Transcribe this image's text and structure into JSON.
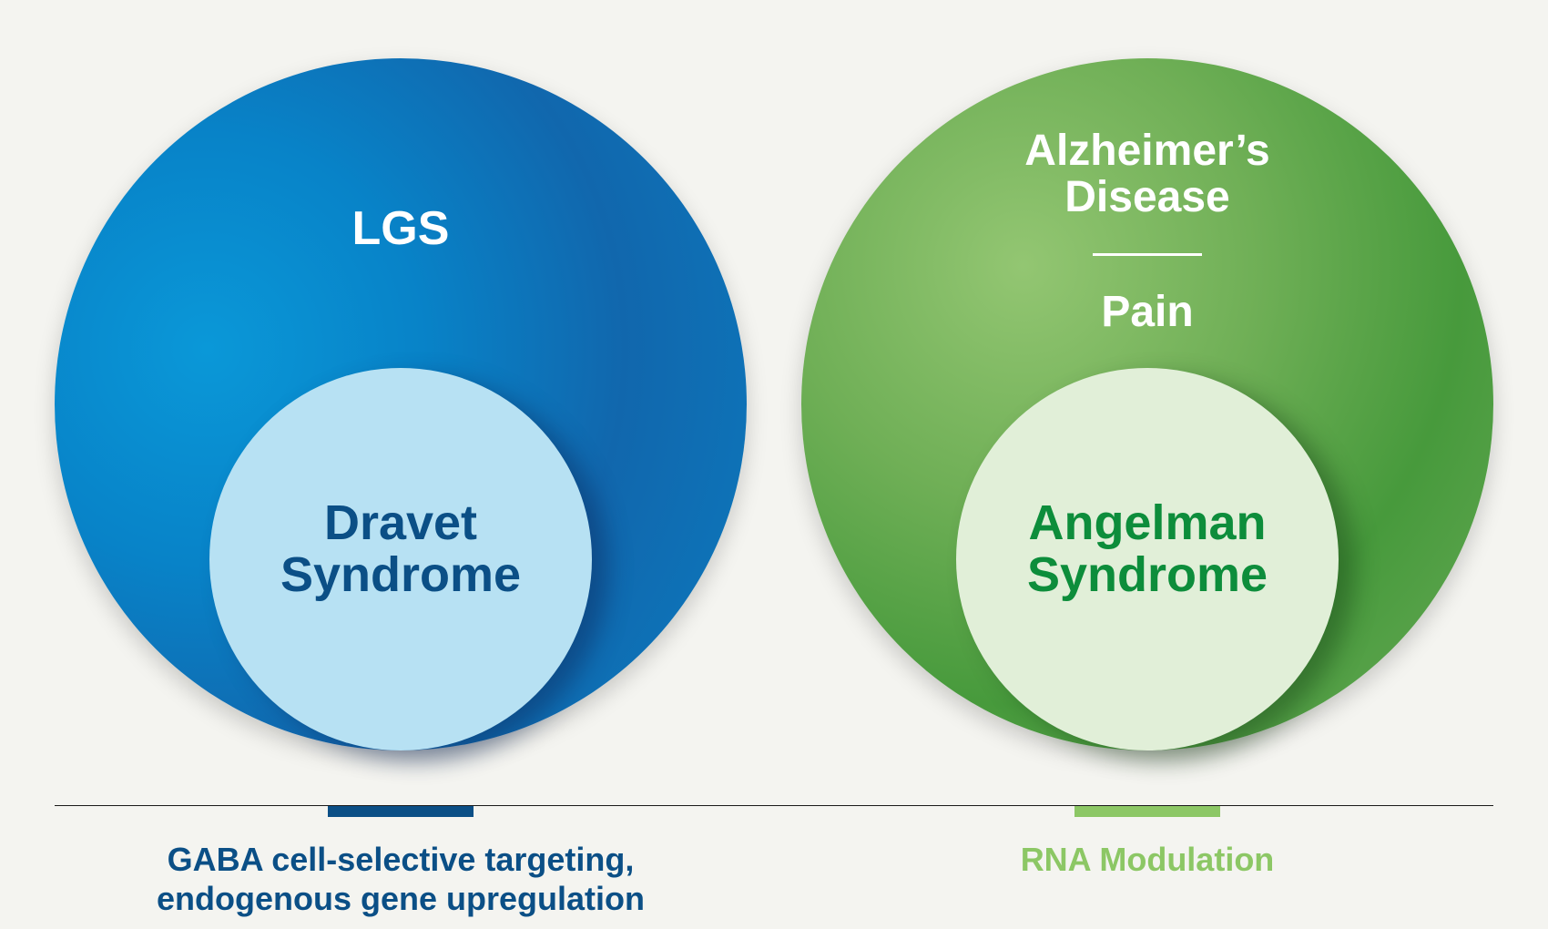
{
  "left_group": {
    "outer_label": "LGS",
    "inner_label_lines": [
      "Dravet",
      "Syndrome"
    ],
    "caption_lines": [
      "GABA cell-selective targeting,",
      "endogenous gene upregulation"
    ],
    "color": "#0b4f86"
  },
  "right_group": {
    "outer_label_lines": [
      "Alzheimer’s",
      "Disease"
    ],
    "outer_label_secondary": "Pain",
    "inner_label_lines": [
      "Angelman",
      "Syndrome"
    ],
    "caption": "RNA Modulation",
    "color": "#8cc765"
  }
}
